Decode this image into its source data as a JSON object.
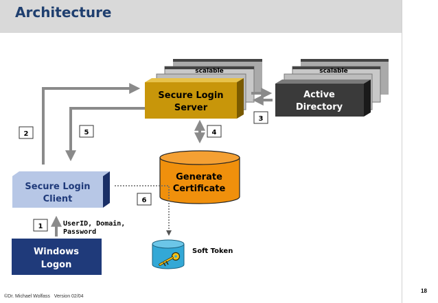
{
  "title": "Architecture",
  "nodes": {
    "sls_scalable": "scalable",
    "ad_scalable": "scalable",
    "sls_line1": "Secure Login",
    "sls_line2": "Server",
    "ad_line1": "Active",
    "ad_line2": "Directory",
    "client_line1": "Secure Login",
    "client_line2": "Client",
    "logon_line1": "Windows",
    "logon_line2": "Logon",
    "gen_line1": "Generate",
    "gen_line2": "Certificate",
    "soft_token": "Soft Token"
  },
  "steps": [
    "1",
    "2",
    "3",
    "4",
    "5",
    "6"
  ],
  "credentials_line1": "UserID, Domain,",
  "credentials_line2": "Password",
  "footer": {
    "author": "Dr. Michael Wolfass",
    "version": "Version 02/04",
    "copyright_mark": "©"
  },
  "page_number": "18",
  "colors": {
    "title": "#1f3f6f",
    "server_fill": "#c8960a",
    "directory_fill": "#3a3a3a",
    "client_fill": "#1f3a7a",
    "certificate_fill": "#f0900c",
    "token_fill": "#33a8d6",
    "arrow_gray": "#8a8a8a"
  }
}
